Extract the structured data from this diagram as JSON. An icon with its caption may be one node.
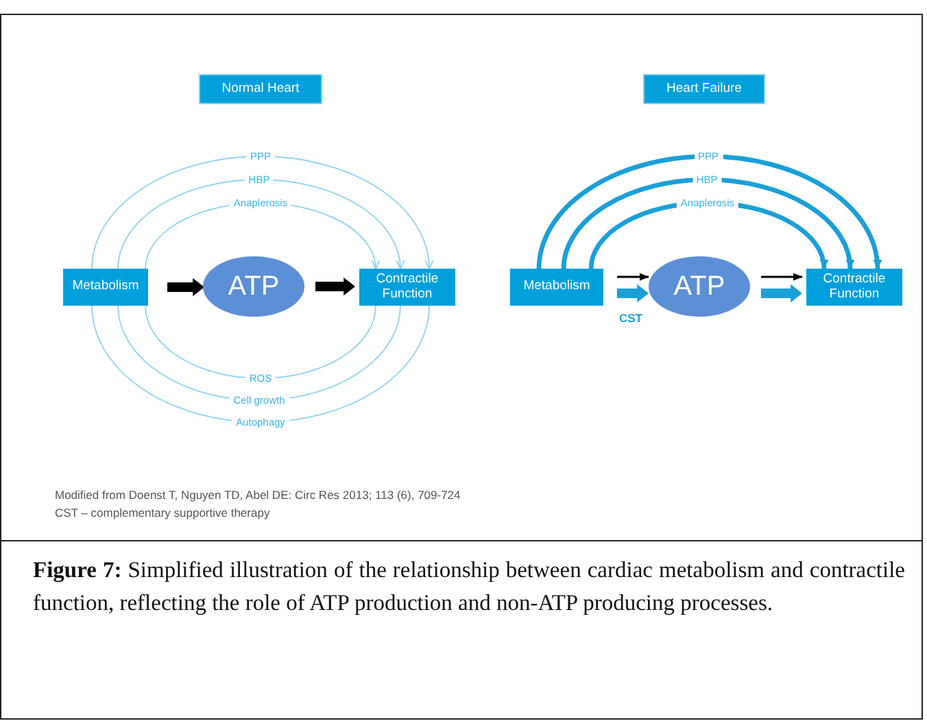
{
  "diagram": {
    "caption": "**Figure 7:** Simplified illustration of the relationship between cardiac metabolism and contractile function, reflecting the role of ATP production and non-ATP producing processes.",
    "nodes": [
      {
        "text": [
          "Normal Heart"
        ]
      },
      {
        "text": [
          "Metabolism"
        ]
      },
      {
        "text": [
          "ATP"
        ]
      },
      {
        "text": [
          "Contractile Function"
        ]
      },
      {
        "text": [
          "Heart Failure"
        ]
      },
      {
        "text": [
          "Metabolism"
        ]
      },
      {
        "text": [
          "ATP"
        ]
      },
      {
        "text": [
          "Contractile Function"
        ]
      }
    ],
    "edges": [
      {
        "from": 1,
        "to": 3,
        "arrow": "to",
        "label": "PPP"
      },
      {
        "from": 1,
        "to": 3,
        "arrow": "to",
        "label": "HBP"
      },
      {
        "from": 1,
        "to": 3,
        "arrow": "to",
        "label": "Anaplerosis"
      },
      {
        "from": 1,
        "to": 2,
        "arrow": "to",
        "style": "thick",
        "color": "#000000"
      },
      {
        "from": 2,
        "to": 3,
        "arrow": "to",
        "style": "thick",
        "color": "#000000"
      },
      {
        "from": 1,
        "to": 3,
        "arrow": "none",
        "label": "ROS"
      },
      {
        "from": 1,
        "to": 3,
        "arrow": "none",
        "label": "Cell growth"
      },
      {
        "from": 1,
        "to": 3,
        "arrow": "none",
        "label": "Autophagy"
      },
      {
        "from": 5,
        "to": 7,
        "arrow": "to",
        "label": "PPP",
        "style": "thick",
        "color": "#1a9fd8"
      },
      {
        "from": 5,
        "to": 7,
        "arrow": "to",
        "label": "HBP",
        "style": "thick",
        "color": "#1a9fd8"
      },
      {
        "from": 5,
        "to": 7,
        "arrow": "to",
        "label": "Anaplerosis",
        "style": "thick",
        "color": "#1a9fd8"
      },
      {
        "from": 5,
        "to": 6,
        "arrow": "to",
        "color": "#000000"
      },
      {
        "from": 5,
        "to": 6,
        "arrow": "to",
        "label": "CST",
        "style": "thick",
        "color": "#1a9fd8"
      },
      {
        "from": 6,
        "to": 7,
        "arrow": "to",
        "color": "#000000"
      },
      {
        "from": 6,
        "to": 7,
        "arrow": "to",
        "style": "thick",
        "color": "#1a9fd8"
      }
    ],
    "labels": [
      "Modified from Doenst T, Nguyen TD, Abel DE: Circ Res 2013; 113 (6), 709-724",
      "CST – complementary supportive therapy"
    ]
  }
}
